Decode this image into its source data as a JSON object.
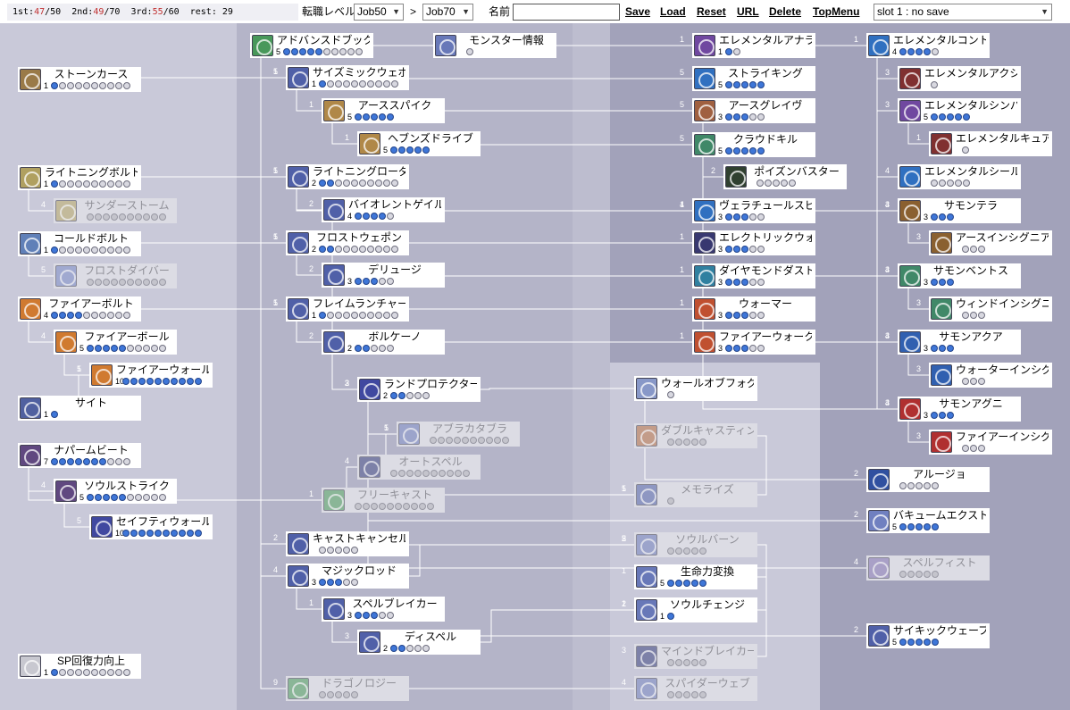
{
  "status": {
    "first_label": "1st:",
    "first_val": "47",
    "first_max": "/50",
    "second_label": "2nd:",
    "second_val": "49",
    "second_max": "/70",
    "third_label": "3rd:",
    "third_val": "55",
    "third_max": "/60",
    "rest_label": "rest:",
    "rest_val": "29"
  },
  "toolbar": {
    "job_level_label": "転職レベル",
    "job_from": "Job50",
    "gt": ">",
    "job_to": "Job70",
    "name_label": "名前",
    "name_value": "",
    "save": "Save",
    "load": "Load",
    "reset": "Reset",
    "url": "URL",
    "delete": "Delete",
    "topmenu": "TopMenu",
    "slot": "slot 1 : no save"
  },
  "skills": [
    {
      "id": "stonecurse",
      "name": "ストーンカース",
      "level": "1",
      "max": 10,
      "on": 1,
      "icon_color": "#9a7a48",
      "disabled": false
    },
    {
      "id": "lightningbolt",
      "name": "ライトニングボルト",
      "level": "1",
      "max": 10,
      "on": 1,
      "icon_color": "#b0a060",
      "disabled": false
    },
    {
      "id": "thunderstorm",
      "name": "サンダーストーム",
      "level": "",
      "max": 10,
      "on": 0,
      "icon_color": "#b0a060",
      "disabled": true
    },
    {
      "id": "coldbolt",
      "name": "コールドボルト",
      "level": "1",
      "max": 10,
      "on": 1,
      "icon_color": "#6080b8",
      "disabled": false
    },
    {
      "id": "frostdiver",
      "name": "フロストダイバー",
      "level": "",
      "max": 10,
      "on": 0,
      "icon_color": "#7080c0",
      "disabled": true
    },
    {
      "id": "firebolt",
      "name": "ファイアーボルト",
      "level": "4",
      "max": 10,
      "on": 4,
      "icon_color": "#d07a30",
      "disabled": false
    },
    {
      "id": "fireball",
      "name": "ファイアーボール",
      "level": "5",
      "max": 10,
      "on": 5,
      "icon_color": "#d07a30",
      "disabled": false
    },
    {
      "id": "firewall",
      "name": "ファイアーウォール",
      "level": "10",
      "max": 10,
      "on": 10,
      "icon_color": "#d07a30",
      "disabled": false
    },
    {
      "id": "sight",
      "name": "サイト",
      "level": "1",
      "max": 1,
      "on": 1,
      "icon_color": "#5060a0",
      "disabled": false
    },
    {
      "id": "napalmbeat",
      "name": "ナパームビート",
      "level": "7",
      "max": 10,
      "on": 7,
      "icon_color": "#604880",
      "disabled": false
    },
    {
      "id": "soulstrike",
      "name": "ソウルストライク",
      "level": "5",
      "max": 10,
      "on": 5,
      "icon_color": "#604880",
      "disabled": false
    },
    {
      "id": "safetywall",
      "name": "セイフティウォール",
      "level": "10",
      "max": 10,
      "on": 10,
      "icon_color": "#4048a0",
      "disabled": false
    },
    {
      "id": "sprecovery",
      "name": "SP回復力向上",
      "level": "1",
      "max": 10,
      "on": 1,
      "icon_color": "#c8c8d0",
      "disabled": false
    },
    {
      "id": "advbook",
      "name": "アドバンスドブック",
      "level": "5",
      "max": 10,
      "on": 5,
      "icon_color": "#48985a",
      "disabled": false
    },
    {
      "id": "monsterinfo",
      "name": "モンスター情報",
      "level": "",
      "max": 1,
      "on": 0,
      "icon_color": "#6878b8",
      "disabled": false
    },
    {
      "id": "seismicweapon",
      "name": "サイズミックウェポン",
      "level": "1",
      "max": 10,
      "on": 1,
      "icon_color": "#5060a8",
      "disabled": false
    },
    {
      "id": "earthspike",
      "name": "アーススパイク",
      "level": "5",
      "max": 5,
      "on": 5,
      "icon_color": "#b08848",
      "disabled": false
    },
    {
      "id": "heavensdrive",
      "name": "ヘブンズドライブ",
      "level": "5",
      "max": 5,
      "on": 5,
      "icon_color": "#b08848",
      "disabled": false
    },
    {
      "id": "lightningloader",
      "name": "ライトニングローダー",
      "level": "2",
      "max": 10,
      "on": 2,
      "icon_color": "#5060a8",
      "disabled": false
    },
    {
      "id": "violentgale",
      "name": "バイオレントゲイル",
      "level": "4",
      "max": 5,
      "on": 4,
      "icon_color": "#5060a8",
      "disabled": false
    },
    {
      "id": "frostweapon",
      "name": "フロストウェポン",
      "level": "2",
      "max": 10,
      "on": 2,
      "icon_color": "#5060a8",
      "disabled": false
    },
    {
      "id": "deluge",
      "name": "デリュージ",
      "level": "3",
      "max": 5,
      "on": 3,
      "icon_color": "#5060a8",
      "disabled": false
    },
    {
      "id": "flamelauncher",
      "name": "フレイムランチャー",
      "level": "1",
      "max": 10,
      "on": 1,
      "icon_color": "#5060a8",
      "disabled": false
    },
    {
      "id": "volcano",
      "name": "ボルケーノ",
      "level": "2",
      "max": 5,
      "on": 2,
      "icon_color": "#5060a8",
      "disabled": false
    },
    {
      "id": "landprotector",
      "name": "ランドプロテクター",
      "level": "2",
      "max": 5,
      "on": 2,
      "icon_color": "#4048a0",
      "disabled": false
    },
    {
      "id": "abracadabra",
      "name": "アブラカタブラ",
      "level": "",
      "max": 10,
      "on": 0,
      "icon_color": "#6878b8",
      "disabled": true
    },
    {
      "id": "autospell",
      "name": "オートスペル",
      "level": "",
      "max": 10,
      "on": 0,
      "icon_color": "#303878",
      "disabled": true
    },
    {
      "id": "freecast",
      "name": "フリーキャスト",
      "level": "",
      "max": 10,
      "on": 0,
      "icon_color": "#48985a",
      "disabled": true
    },
    {
      "id": "castcancel",
      "name": "キャストキャンセル",
      "level": "",
      "max": 5,
      "on": 0,
      "icon_color": "#5060a8",
      "disabled": false
    },
    {
      "id": "magicrod",
      "name": "マジックロッド",
      "level": "3",
      "max": 5,
      "on": 3,
      "icon_color": "#5060a8",
      "disabled": false
    },
    {
      "id": "spellbreaker",
      "name": "スペルブレイカー",
      "level": "3",
      "max": 5,
      "on": 3,
      "icon_color": "#5060a8",
      "disabled": false
    },
    {
      "id": "dispel",
      "name": "ディスペル",
      "level": "2",
      "max": 5,
      "on": 2,
      "icon_color": "#5060a8",
      "disabled": false
    },
    {
      "id": "dragonology",
      "name": "ドラゴノロジー",
      "level": "",
      "max": 5,
      "on": 0,
      "icon_color": "#48985a",
      "disabled": true
    },
    {
      "id": "wallofnfog",
      "name": "ウォールオブフォグ",
      "level": "",
      "max": 1,
      "on": 0,
      "icon_color": "#8898c8",
      "disabled": false
    },
    {
      "id": "doublecasting",
      "name": "ダブルキャスティング",
      "level": "",
      "max": 5,
      "on": 0,
      "icon_color": "#b06840",
      "disabled": true
    },
    {
      "id": "memorize",
      "name": "メモライズ",
      "level": "",
      "max": 1,
      "on": 0,
      "icon_color": "#5060a8",
      "disabled": true
    },
    {
      "id": "soulburn",
      "name": "ソウルバーン",
      "level": "",
      "max": 5,
      "on": 0,
      "icon_color": "#6878b8",
      "disabled": true
    },
    {
      "id": "mindconvert",
      "name": "生命力変換",
      "level": "5",
      "max": 5,
      "on": 5,
      "icon_color": "#6878b8",
      "disabled": false
    },
    {
      "id": "soulchange",
      "name": "ソウルチェンジ",
      "level": "1",
      "max": 1,
      "on": 1,
      "icon_color": "#6878b8",
      "disabled": false
    },
    {
      "id": "mindbreaker",
      "name": "マインドブレイカー",
      "level": "",
      "max": 5,
      "on": 0,
      "icon_color": "#303878",
      "disabled": true
    },
    {
      "id": "spiderweb",
      "name": "スパイダーウェブ",
      "level": "",
      "max": 5,
      "on": 0,
      "icon_color": "#6878b8",
      "disabled": true
    },
    {
      "id": "elementalanalysis",
      "name": "エレメンタルアナライシス",
      "level": "1",
      "max": 2,
      "on": 1,
      "icon_color": "#7048a0",
      "disabled": false
    },
    {
      "id": "striking",
      "name": "ストライキング",
      "level": "5",
      "max": 5,
      "on": 5,
      "icon_color": "#3070c0",
      "disabled": false
    },
    {
      "id": "earthgrave",
      "name": "アースグレイヴ",
      "level": "3",
      "max": 5,
      "on": 3,
      "icon_color": "#a06040",
      "disabled": false
    },
    {
      "id": "cloudkill",
      "name": "クラウドキル",
      "level": "5",
      "max": 5,
      "on": 5,
      "icon_color": "#408868",
      "disabled": false
    },
    {
      "id": "poisonbuster",
      "name": "ポイズンバスター",
      "level": "",
      "max": 5,
      "on": 0,
      "icon_color": "#304030",
      "disabled": false
    },
    {
      "id": "varetyrspear",
      "name": "ヴェラチュールスピアー",
      "level": "3",
      "max": 5,
      "on": 3,
      "icon_color": "#3070c0",
      "disabled": false
    },
    {
      "id": "electricwalk",
      "name": "エレクトリックウォーク",
      "level": "3",
      "max": 5,
      "on": 3,
      "icon_color": "#383870",
      "disabled": false
    },
    {
      "id": "diamonddust",
      "name": "ダイヤモンドダスト",
      "level": "3",
      "max": 5,
      "on": 3,
      "icon_color": "#3080a0",
      "disabled": false
    },
    {
      "id": "warmer",
      "name": "ウォーマー",
      "level": "3",
      "max": 5,
      "on": 3,
      "icon_color": "#c05030",
      "disabled": false
    },
    {
      "id": "firewalk",
      "name": "ファイアーウォーク",
      "level": "3",
      "max": 5,
      "on": 3,
      "icon_color": "#c05030",
      "disabled": false
    },
    {
      "id": "elementalcontrol",
      "name": "エレメンタルコントロール",
      "level": "4",
      "max": 5,
      "on": 4,
      "icon_color": "#3070c0",
      "disabled": false
    },
    {
      "id": "elementalaction",
      "name": "エレメンタルアクション",
      "level": "",
      "max": 1,
      "on": 0,
      "icon_color": "#803030",
      "disabled": false
    },
    {
      "id": "elementalsympathy",
      "name": "エレメンタルシンパシー",
      "level": "5",
      "max": 5,
      "on": 5,
      "icon_color": "#7048a0",
      "disabled": false
    },
    {
      "id": "elementalcure",
      "name": "エレメンタルキュアー",
      "level": "",
      "max": 1,
      "on": 0,
      "icon_color": "#803030",
      "disabled": false
    },
    {
      "id": "elementalshield",
      "name": "エレメンタルシールド",
      "level": "",
      "max": 5,
      "on": 0,
      "icon_color": "#3070c0",
      "disabled": false
    },
    {
      "id": "summonterra",
      "name": "サモンテラ",
      "level": "3",
      "max": 3,
      "on": 3,
      "icon_color": "#8a6030",
      "disabled": false
    },
    {
      "id": "earthinsignia",
      "name": "アースインシグニア",
      "level": "",
      "max": 3,
      "on": 0,
      "icon_color": "#8a6030",
      "disabled": false
    },
    {
      "id": "summonventus",
      "name": "サモンベントス",
      "level": "3",
      "max": 3,
      "on": 3,
      "icon_color": "#408868",
      "disabled": false
    },
    {
      "id": "windinsignia",
      "name": "ウィンドインシグニア",
      "level": "",
      "max": 3,
      "on": 0,
      "icon_color": "#408868",
      "disabled": false
    },
    {
      "id": "summonaqua",
      "name": "サモンアクア",
      "level": "3",
      "max": 3,
      "on": 3,
      "icon_color": "#3060b0",
      "disabled": false
    },
    {
      "id": "waterinsignia",
      "name": "ウォーターインシグニア",
      "level": "",
      "max": 3,
      "on": 0,
      "icon_color": "#3060b0",
      "disabled": false
    },
    {
      "id": "summonagni",
      "name": "サモンアグニ",
      "level": "3",
      "max": 3,
      "on": 3,
      "icon_color": "#b03030",
      "disabled": false
    },
    {
      "id": "fireinsignia",
      "name": "ファイアーインシグニア",
      "level": "",
      "max": 3,
      "on": 0,
      "icon_color": "#b03030",
      "disabled": false
    },
    {
      "id": "arrullo",
      "name": "アルージョ",
      "level": "",
      "max": 5,
      "on": 0,
      "icon_color": "#3050a0",
      "disabled": false
    },
    {
      "id": "vacuumextreme",
      "name": "バキュームエクストリーム",
      "level": "5",
      "max": 5,
      "on": 5,
      "icon_color": "#7080c0",
      "disabled": false
    },
    {
      "id": "spellfist",
      "name": "スペルフィスト",
      "level": "",
      "max": 5,
      "on": 0,
      "icon_color": "#8070b0",
      "disabled": true
    },
    {
      "id": "psychicwave",
      "name": "サイキックウェーブ",
      "level": "5",
      "max": 5,
      "on": 5,
      "icon_color": "#5060a8",
      "disabled": false
    }
  ],
  "links": [
    {
      "label": "1",
      "from": "stonecurse",
      "to": "seismicweapon"
    },
    {
      "label": "5",
      "from": "advbook",
      "to": "seismicweapon"
    },
    {
      "label": "1",
      "from": "seismicweapon",
      "to": "earthspike"
    },
    {
      "label": "1",
      "from": "earthspike",
      "to": "heavensdrive"
    },
    {
      "label": "5",
      "from": "advbook",
      "to": "lightningloader"
    },
    {
      "label": "1",
      "from": "lightningbolt",
      "to": "lightningloader"
    },
    {
      "label": "4",
      "from": "lightningbolt",
      "to": "thunderstorm"
    },
    {
      "label": "2",
      "from": "lightningloader",
      "to": "violentgale"
    },
    {
      "label": "5",
      "from": "advbook",
      "to": "frostweapon"
    },
    {
      "label": "1",
      "from": "coldbolt",
      "to": "frostweapon"
    },
    {
      "label": "5",
      "from": "coldbolt",
      "to": "frostdiver"
    },
    {
      "label": "2",
      "from": "frostweapon",
      "to": "deluge"
    },
    {
      "label": "5",
      "from": "advbook",
      "to": "flamelauncher"
    },
    {
      "label": "1",
      "from": "firebolt",
      "to": "flamelauncher"
    },
    {
      "label": "4",
      "from": "firebolt",
      "to": "fireball"
    },
    {
      "label": "5",
      "from": "fireball",
      "to": "firewall"
    },
    {
      "label": "1",
      "from": "sight",
      "to": "firewall"
    },
    {
      "label": "2",
      "from": "flamelauncher",
      "to": "volcano"
    },
    {
      "label": "3",
      "from": "volcano",
      "to": "landprotector"
    },
    {
      "label": "4",
      "from": "napalmbeat",
      "to": "soulstrike"
    },
    {
      "label": "5",
      "from": "soulstrike",
      "to": "safetywall"
    },
    {
      "label": "1",
      "from": "napalmbeat",
      "to": "freecast"
    },
    {
      "label": "1",
      "from": "landprotector",
      "to": "abracadabra"
    },
    {
      "label": "5",
      "from": "autospell",
      "to": "abracadabra"
    },
    {
      "label": "4",
      "from": "freecast",
      "to": "autospell"
    },
    {
      "label": "2",
      "from": "advbook",
      "to": "castcancel"
    },
    {
      "label": "4",
      "from": "advbook",
      "to": "magicrod"
    },
    {
      "label": "1",
      "from": "magicrod",
      "to": "spellbreaker"
    },
    {
      "label": "3",
      "from": "spellbreaker",
      "to": "dispel"
    },
    {
      "label": "9",
      "from": "advbook",
      "to": "dragonology"
    },
    {
      "label": "2",
      "from": "wallofnfog",
      "to": "landprotector"
    },
    {
      "label": "3",
      "from": "deluge",
      "to": "landprotector"
    },
    {
      "label": "3",
      "from": "violentgale",
      "to": "landprotector"
    },
    {
      "label": "1",
      "from": "doublecasting",
      "to": "memorize"
    },
    {
      "label": "5",
      "from": "freecast",
      "to": "memorize"
    },
    {
      "label": "5",
      "from": "castcancel",
      "to": "soulburn"
    },
    {
      "label": "3",
      "from": "magicrod",
      "to": "soulburn"
    },
    {
      "label": "1",
      "from": "soulburn",
      "to": "mindconvert"
    },
    {
      "label": "1",
      "from": "mindconvert",
      "to": "soulchange"
    },
    {
      "label": "2",
      "from": "dispel",
      "to": "soulchange"
    },
    {
      "label": "3",
      "from": "soulchange",
      "to": "mindbreaker"
    },
    {
      "label": "2",
      "from": "mindbreaker",
      "to": "soulburn"
    },
    {
      "label": "4",
      "from": "dragonology",
      "to": "spiderweb"
    },
    {
      "label": "1",
      "from": "advbook",
      "to": "elementalanalysis"
    },
    {
      "label": "1",
      "from": "elementalanalysis",
      "to": "elementalcontrol"
    },
    {
      "label": "5",
      "from": "seismicweapon",
      "to": "striking"
    },
    {
      "label": "5",
      "from": "earthspike",
      "to": "earthgrave"
    },
    {
      "label": "5",
      "from": "heavensdrive",
      "to": "cloudkill"
    },
    {
      "label": "2",
      "from": "cloudkill",
      "to": "poisonbuster"
    },
    {
      "label": "1",
      "from": "lightningloader",
      "to": "varetyrspear"
    },
    {
      "label": "4",
      "from": "violentgale",
      "to": "varetyrspear"
    },
    {
      "label": "1",
      "from": "frostweapon",
      "to": "electricwalk"
    },
    {
      "label": "1",
      "from": "deluge",
      "to": "diamonddust"
    },
    {
      "label": "1",
      "from": "flamelauncher",
      "to": "warmer"
    },
    {
      "label": "1",
      "from": "volcano",
      "to": "firewalk"
    },
    {
      "label": "3",
      "from": "elementalcontrol",
      "to": "elementalaction"
    },
    {
      "label": "3",
      "from": "elementalcontrol",
      "to": "elementalsympathy"
    },
    {
      "label": "1",
      "from": "elementalsympathy",
      "to": "elementalcure"
    },
    {
      "label": "4",
      "from": "elementalcontrol",
      "to": "elementalshield"
    },
    {
      "label": "3",
      "from": "elementalcontrol",
      "to": "summonterra"
    },
    {
      "label": "4",
      "from": "earthgrave",
      "to": "summonterra"
    },
    {
      "label": "3",
      "from": "summonterra",
      "to": "earthinsignia"
    },
    {
      "label": "3",
      "from": "elementalcontrol",
      "to": "summonventus"
    },
    {
      "label": "4",
      "from": "varetyrspear",
      "to": "summonventus"
    },
    {
      "label": "3",
      "from": "summonventus",
      "to": "windinsignia"
    },
    {
      "label": "3",
      "from": "elementalcontrol",
      "to": "summonaqua"
    },
    {
      "label": "4",
      "from": "diamonddust",
      "to": "summonaqua"
    },
    {
      "label": "3",
      "from": "summonaqua",
      "to": "waterinsignia"
    },
    {
      "label": "3",
      "from": "elementalcontrol",
      "to": "summonagni"
    },
    {
      "label": "4",
      "from": "warmer",
      "to": "summonagni"
    },
    {
      "label": "3",
      "from": "summonagni",
      "to": "fireinsignia"
    },
    {
      "label": "2",
      "from": "wallofnfog",
      "to": "arrullo"
    },
    {
      "label": "2",
      "from": "landprotector",
      "to": "vacuumextreme"
    },
    {
      "label": "4",
      "from": "autospell",
      "to": "spellfist"
    },
    {
      "label": "2",
      "from": "dispel",
      "to": "psychicwave"
    }
  ]
}
